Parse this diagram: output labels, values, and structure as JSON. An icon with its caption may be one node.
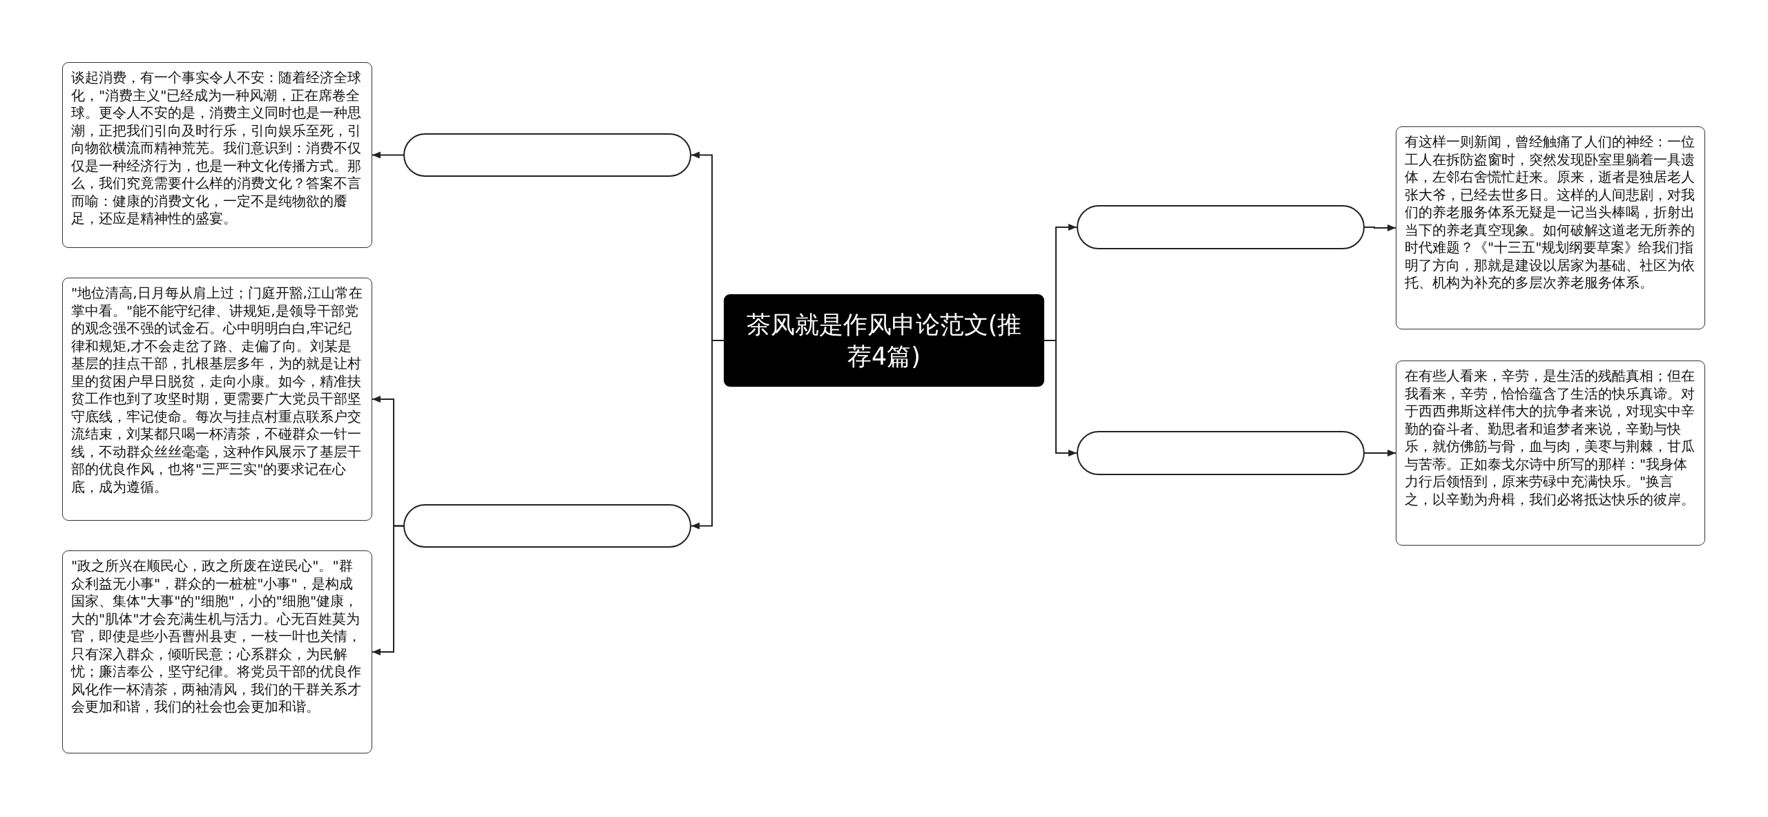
{
  "diagram": {
    "nodes": [
      {
        "text": [
          "茶风就是作风申论范文(推荐4篇)"
        ]
      },
      {
        "text": [],
        "shape": "box"
      },
      {
        "text": [
          "谈起消费，有一个事实令人不安：随着经济全球化，\"消费主义\"已经成为一种风潮，正在席卷全球。更令人不安的是，消费主义同时也是一种思潮，正把我们引向及时行乐，引向娱乐至死，引向物欲横流而精神荒芜。我们意识到：消费不仅仅是一种经济行为，也是一种文化传播方式。那么，我们究竟需要什么样的消费文化？答案不言而喻：健康的消费文化，一定不是纯物欲的餍足，还应是精神性的盛宴。"
        ]
      },
      {
        "text": [],
        "shape": "box"
      },
      {
        "text": [
          "\"地位清高,日月每从肩上过；门庭开豁,江山常在掌中看。\"能不能守纪律、讲规矩,是领导干部党的观念强不强的试金石。心中明明白白,牢记纪律和规矩,才不会走岔了路、走偏了向。刘某是基层的挂点干部，扎根基层多年，为的就是让村里的贫困户早日脱贫，走向小康。如今，精准扶贫工作也到了攻坚时期，更需要广大党员干部坚守底线，牢记使命。每次与挂点村重点联系户交流结束，刘某都只喝一杯清茶，不碰群众一针一线，不动群众丝丝毫毫，这种作风展示了基层干部的优良作风，也将\"三严三实\"的要求记在心底，成为遵循。"
        ]
      },
      {
        "text": [
          "\"政之所兴在顺民心，政之所废在逆民心\"。\"群众利益无小事\"，群众的一桩桩\"小事\"，是构成国家、集体\"大事\"的\"细胞\"，小的\"细胞\"健康，大的\"肌体\"才会充满生机与活力。心无百姓莫为官，即使是些小吾曹州县吏，一枝一叶也关情，只有深入群众，倾听民意；心系群众，为民解忧；廉洁奉公，坚守纪律。将党员干部的优良作风化作一杯清茶，两袖清风，我们的干群关系才会更加和谐，我们的社会也会更加和谐。"
        ]
      },
      {
        "text": [],
        "shape": "box"
      },
      {
        "text": [
          "有这样一则新闻，曾经触痛了人们的神经：一位工人在拆防盗窗时，突然发现卧室里躺着一具遗体，左邻右舍慌忙赶来。原来，逝者是独居老人张大爷，已经去世多日。这样的人间悲剧，对我们的养老服务体系无疑是一记当头棒喝，折射出当下的养老真空现象。如何破解这道老无所养的时代难题？《\"十三五\"规划纲要草案》给我们指明了方向，那就是建设以居家为基础、社区为依托、机构为补充的多层次养老服务体系。"
        ]
      },
      {
        "text": [],
        "shape": "box"
      },
      {
        "text": [
          "在有些人看来，辛劳，是生活的残酷真相；但在我看来，辛劳，恰恰蕴含了生活的快乐真谛。对于西西弗斯这样伟大的抗争者来说，对现实中辛勤的奋斗者、勤思者和追梦者来说，辛勤与快乐，就仿佛筋与骨，血与肉，美枣与荆棘，甘瓜与苦蒂。正如泰戈尔诗中所写的那样：\"我身体力行后领悟到，原来劳碌中充满快乐。\"换言之，以辛勤为舟楫，我们必将抵达快乐的彼岸。"
        ]
      }
    ],
    "edges": [
      {
        "from": 0,
        "to": 1,
        "arrow": "to"
      },
      {
        "from": 1,
        "to": 2,
        "arrow": "to"
      },
      {
        "from": 0,
        "to": 3,
        "arrow": "to"
      },
      {
        "from": 3,
        "to": 4,
        "arrow": "to"
      },
      {
        "from": 3,
        "to": 5,
        "arrow": "to"
      },
      {
        "from": 0,
        "to": 6,
        "arrow": "to"
      },
      {
        "from": 6,
        "to": 7,
        "arrow": "to"
      },
      {
        "from": 0,
        "to": 8,
        "arrow": "to"
      },
      {
        "from": 8,
        "to": 9,
        "arrow": "to"
      }
    ]
  }
}
